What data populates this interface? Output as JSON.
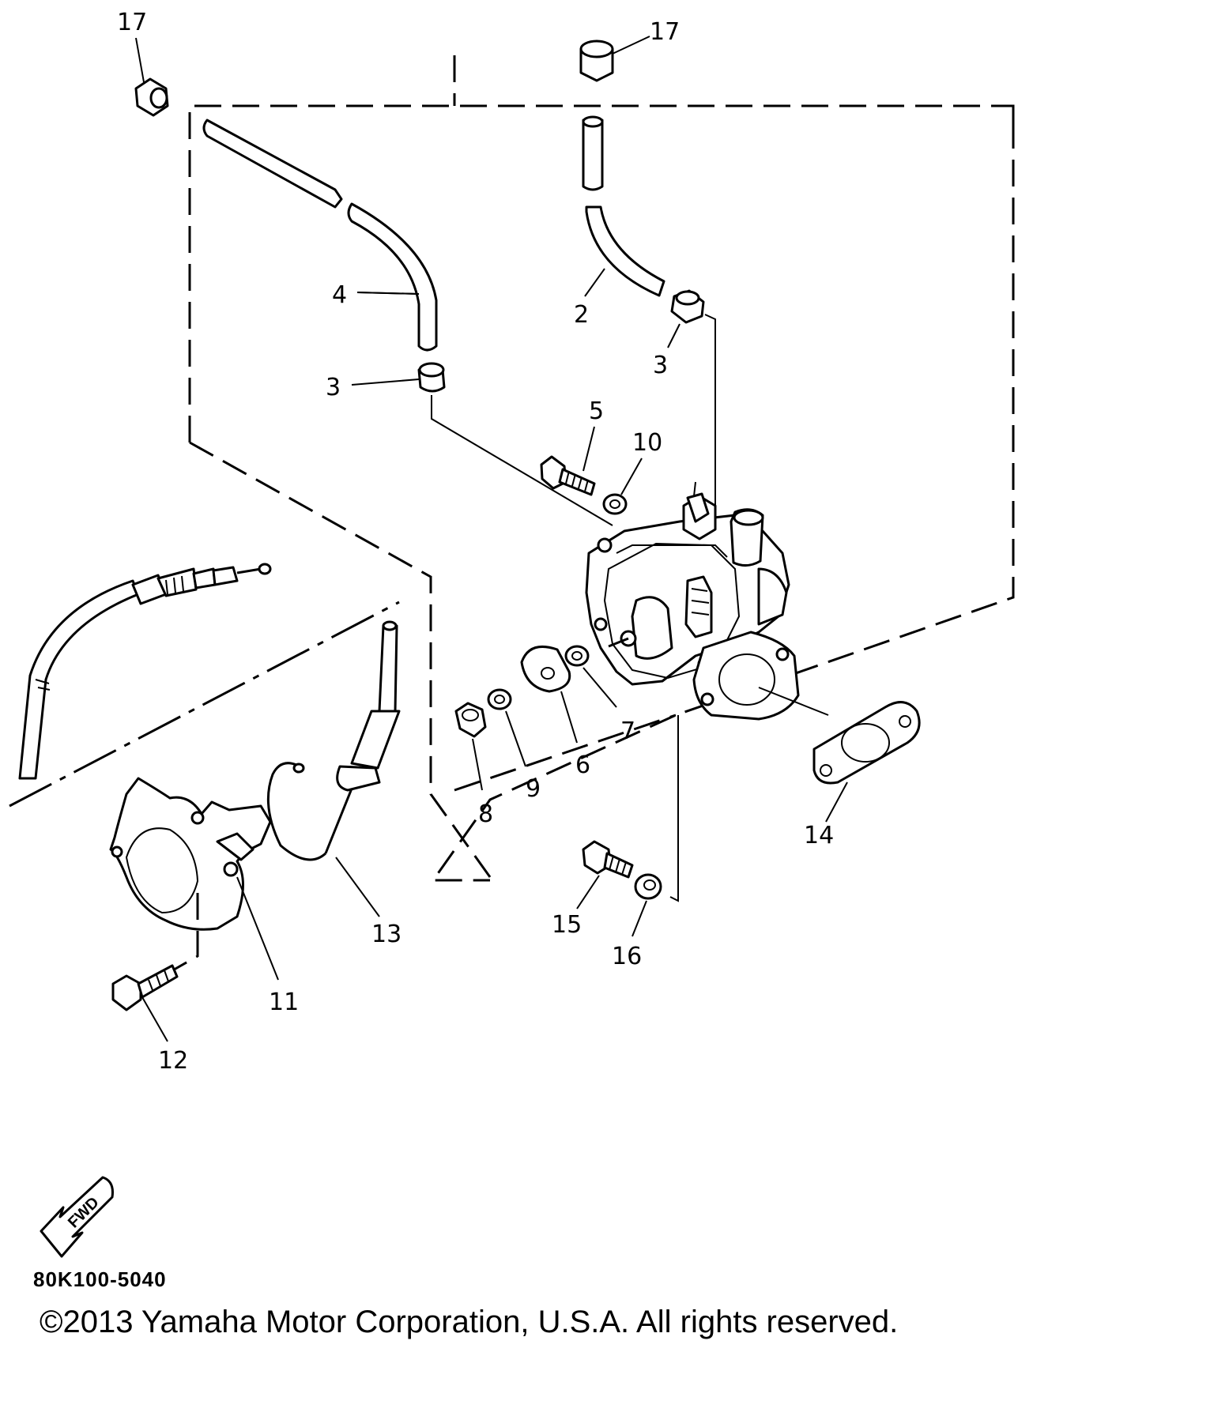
{
  "diagram": {
    "labels": [
      {
        "id": "17a",
        "text": "17"
      },
      {
        "id": "17b",
        "text": "17"
      },
      {
        "id": "4",
        "text": "4"
      },
      {
        "id": "2",
        "text": "2"
      },
      {
        "id": "3a",
        "text": "3"
      },
      {
        "id": "3b",
        "text": "3"
      },
      {
        "id": "5",
        "text": "5"
      },
      {
        "id": "10",
        "text": "10"
      },
      {
        "id": "6",
        "text": "6"
      },
      {
        "id": "7",
        "text": "7"
      },
      {
        "id": "8",
        "text": "8"
      },
      {
        "id": "9",
        "text": "9"
      },
      {
        "id": "14",
        "text": "14"
      },
      {
        "id": "13",
        "text": "13"
      },
      {
        "id": "11",
        "text": "11"
      },
      {
        "id": "12",
        "text": "12"
      },
      {
        "id": "15",
        "text": "15"
      },
      {
        "id": "16",
        "text": "16"
      }
    ],
    "fwd_text": "FWD",
    "part_code": "80K100-5040",
    "copyright": "©2013 Yamaha Motor Corporation, U.S.A. All rights reserved."
  }
}
